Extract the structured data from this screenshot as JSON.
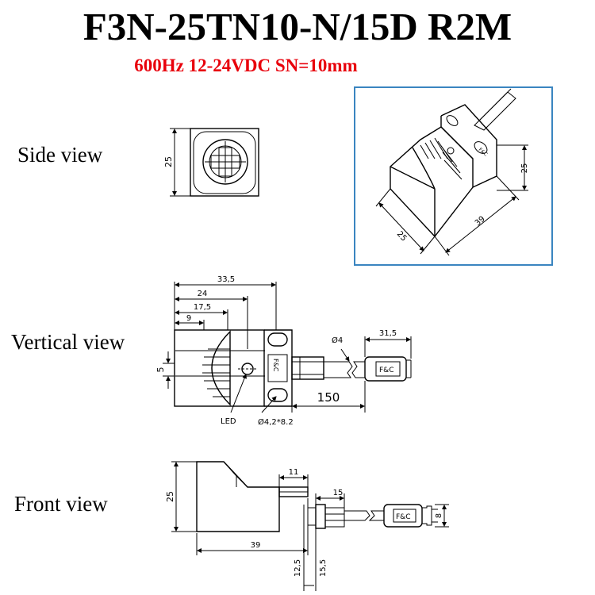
{
  "header": {
    "title": "F3N-25TN10-N/15D R2M",
    "subtitle": "600Hz 12-24VDC SN=10mm"
  },
  "colors": {
    "subtitle": "#e8000b",
    "frame": "#3a85c0"
  },
  "views": {
    "side": "Side view",
    "vertical": "Vertical view",
    "front": "Front view"
  },
  "side_view": {
    "dim_height": "25"
  },
  "iso_view": {
    "dim_height": "25",
    "dim_width": "25",
    "dim_length": "39",
    "logo": "F&C"
  },
  "vertical_view": {
    "dim_overall": "33,5",
    "dim_led": "24",
    "dim_sensing": "17,5",
    "dim_edge": "9",
    "dim_led_offset": "5",
    "dim_cable_dia": "Ø4",
    "dim_connector": "31,5",
    "dim_cable_length": "150",
    "label_led": "LED",
    "dim_hole": "Ø4,2*8.2",
    "logo": "F&C",
    "connector_logo": "F&C"
  },
  "front_view": {
    "dim_height": "25",
    "dim_tab": "11",
    "dim_gland": "15",
    "dim_length": "39",
    "dim_low": "12,5",
    "dim_high": "15,5",
    "dim_connector_dia": "8",
    "connector_logo": "F&C"
  }
}
